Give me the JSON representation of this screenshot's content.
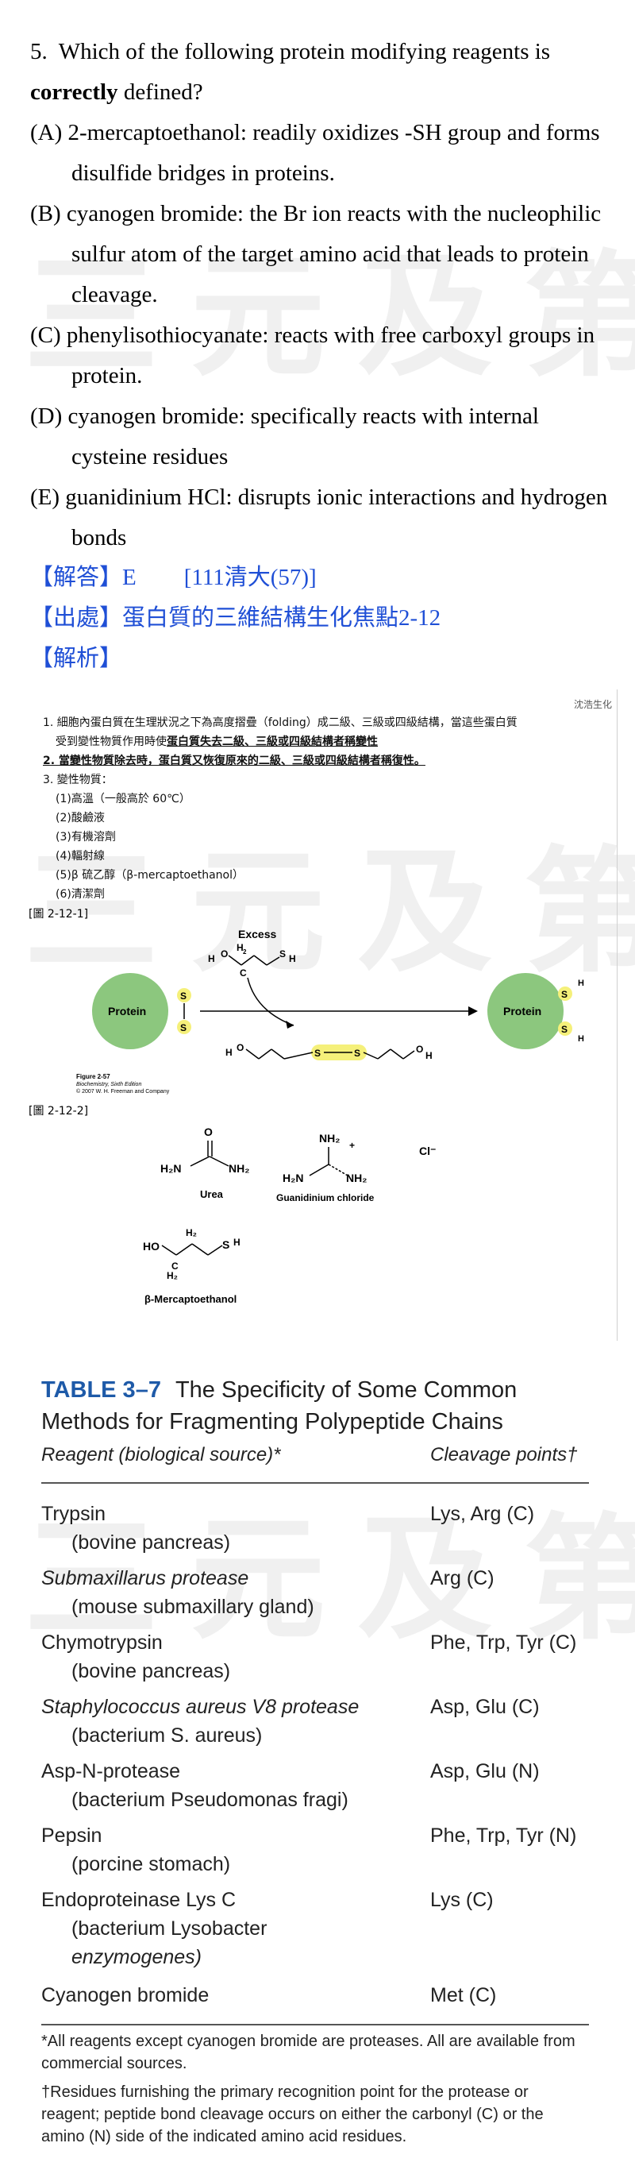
{
  "watermark": "三元及第",
  "question": {
    "number": "5.",
    "stem_before": "Which of the following protein modifying reagents is ",
    "stem_bold": "correctly",
    "stem_after": " defined?",
    "options": [
      {
        "label": "(A)",
        "text": "2-mercaptoethanol: readily oxidizes -SH group and forms disulfide bridges in proteins."
      },
      {
        "label": "(B)",
        "text": "cyanogen bromide: the Br ion reacts with the nucleophilic sulfur atom of the target amino acid that leads to protein cleavage."
      },
      {
        "label": "(C)",
        "text": "phenylisothiocyanate: reacts with free carboxyl groups in protein."
      },
      {
        "label": "(D)",
        "text": "cyanogen bromide: specifically reacts with internal cysteine residues"
      },
      {
        "label": "(E)",
        "text": "guanidinium HCl: disrupts ionic interactions and hydrogen bonds"
      }
    ]
  },
  "answer": {
    "answer_label": "【解答】",
    "answer_value": "E",
    "answer_ref": "[111清大(57)]",
    "source_label": "【出處】",
    "source_value": "蛋白質的三維結構生化焦點2-12",
    "analysis_label": "【解析】"
  },
  "scan": {
    "corner": "沈浩生化",
    "note1a": "1. 細胞內蛋白質在生理狀況之下為高度摺疊（folding）成二級、三級或四級結構，當這些蛋白質",
    "note1b": "受到變性物質作用時使",
    "note1c": "蛋白質失去二級、三級或四級結構者稱變性",
    "note2": "2. 當變性物質除去時，蛋白質又恢復原來的二級、三級或四級結構者稱復性。",
    "note3": "3. 變性物質：",
    "items": [
      "(1)高溫（一般高於 60℃）",
      "(2)酸鹼液",
      "(3)有機溶劑",
      "(4)輻射線",
      "(5)β 硫乙醇（β-mercaptoethanol）",
      "(6)清潔劑"
    ],
    "fig1_ref": "[圖 2-12-1]",
    "fig1": {
      "excess": "Excess",
      "protein_left": "Protein",
      "protein_right": "Protein",
      "caption1": "Figure 2-57",
      "caption2": "Biochemistry, Sixth Edition",
      "caption3": "© 2007 W. H. Freeman and Company"
    },
    "fig2_ref": "[圖 2-12-2]",
    "fig2": {
      "urea": "Urea",
      "guanidinium": "Guanidinium chloride",
      "bme": "β-Mercaptoethanol"
    }
  },
  "table": {
    "number": "TABLE 3–7",
    "title_line1": "The Specificity of Some Common",
    "title_line2": "Methods for Fragmenting Polypeptide Chains",
    "col_reagent": "Reagent (biological source)*",
    "col_cleavage": "Cleavage points†",
    "rows": [
      {
        "reagent": "Trypsin",
        "source": "(bovine pancreas)",
        "source2": "",
        "cleavage": "Lys, Arg (C)"
      },
      {
        "reagent": "Submaxillarus protease",
        "source": "(mouse submaxillary gland)",
        "source2": "",
        "cleavage": "Arg (C)"
      },
      {
        "reagent": "Chymotrypsin",
        "source": "(bovine pancreas)",
        "source2": "",
        "cleavage": "Phe, Trp, Tyr (C)"
      },
      {
        "reagent": "Staphylococcus aureus V8 protease",
        "source": "(bacterium S. aureus)",
        "source2": "",
        "cleavage": "Asp, Glu (C)"
      },
      {
        "reagent": "Asp-N-protease",
        "source": "(bacterium Pseudomonas fragi)",
        "source2": "",
        "cleavage": "Asp, Glu (N)"
      },
      {
        "reagent": "Pepsin",
        "source": "(porcine stomach)",
        "source2": "",
        "cleavage": "Phe, Trp, Tyr (N)"
      },
      {
        "reagent": "Endoproteinase Lys C",
        "source": "(bacterium Lysobacter",
        "source2": "enzymogenes)",
        "cleavage": "Lys (C)"
      },
      {
        "reagent": "Cyanogen bromide",
        "source": "",
        "source2": "",
        "cleavage": "Met (C)"
      }
    ],
    "footnote1": "*All reagents except cyanogen bromide are proteases. All are available from commercial sources.",
    "footnote2": "†Residues furnishing the primary recognition point for the protease or reagent; peptide bond cleavage occurs on either the carbonyl (C) or the amino (N) side of the indicated amino acid residues."
  }
}
